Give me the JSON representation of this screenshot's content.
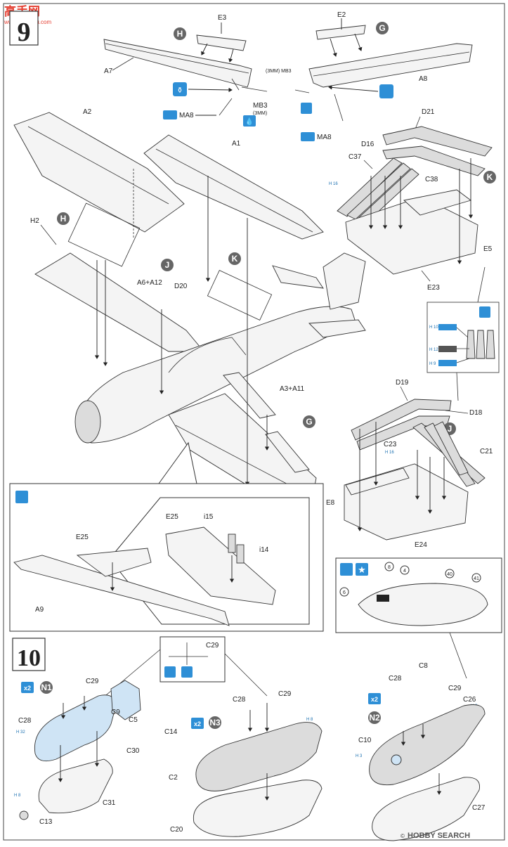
{
  "watermark": {
    "brand": "高手网",
    "url": "www.gaoshou.com"
  },
  "footer": {
    "brand": "HOBBY SEARCH",
    "copyright": "©"
  },
  "steps": {
    "step9": "9",
    "step10": "10"
  },
  "labels": {
    "E3": "E3",
    "E2": "E2",
    "H": "H",
    "G": "G",
    "J": "J",
    "K": "K",
    "A7": "A7",
    "A8": "A8",
    "MB3": "MB3",
    "MB3_left": "(3MM) MB3",
    "MB3_right_mm": "(3MM)",
    "MA8": "MA8",
    "A2": "A2",
    "A1": "A1",
    "D21": "D21",
    "D16": "D16",
    "C37": "C37",
    "C38": "C38",
    "H2": "H2",
    "A6A12": "A6+A12",
    "D20": "D20",
    "E5": "E5",
    "E23": "E23",
    "A3A11": "A3+A11",
    "D19": "D19",
    "D18": "D18",
    "C23": "C23",
    "C21": "C21",
    "E8": "E8",
    "E24": "E24",
    "E25": "E25",
    "i15": "i15",
    "i14": "i14",
    "A9": "A9",
    "C29": "C29",
    "C28": "C28",
    "C9": "C9",
    "C5": "C5",
    "C30": "C30",
    "C31": "C31",
    "C13": "C13",
    "C14": "C14",
    "C2": "C2",
    "C20": "C20",
    "C8": "C8",
    "C26": "C26",
    "C10": "C10",
    "C27": "C27",
    "N1": "N1",
    "N2": "N2",
    "N3": "N3",
    "x2": "x2"
  },
  "decals": [
    "8",
    "4",
    "40",
    "41",
    "6"
  ],
  "paint_codes": {
    "h10": "H 10",
    "h12": "H 12",
    "h9": "H 9",
    "h16": "H 16",
    "h8": "H 8",
    "n10": "10",
    "n12": "12",
    "n9": "9",
    "n16": "16",
    "n8": "8",
    "n3": "3",
    "h3": "H 3",
    "h32": "H 32"
  },
  "colors": {
    "accent_blue": "#2e8fd6",
    "circle_grey": "#666666"
  }
}
